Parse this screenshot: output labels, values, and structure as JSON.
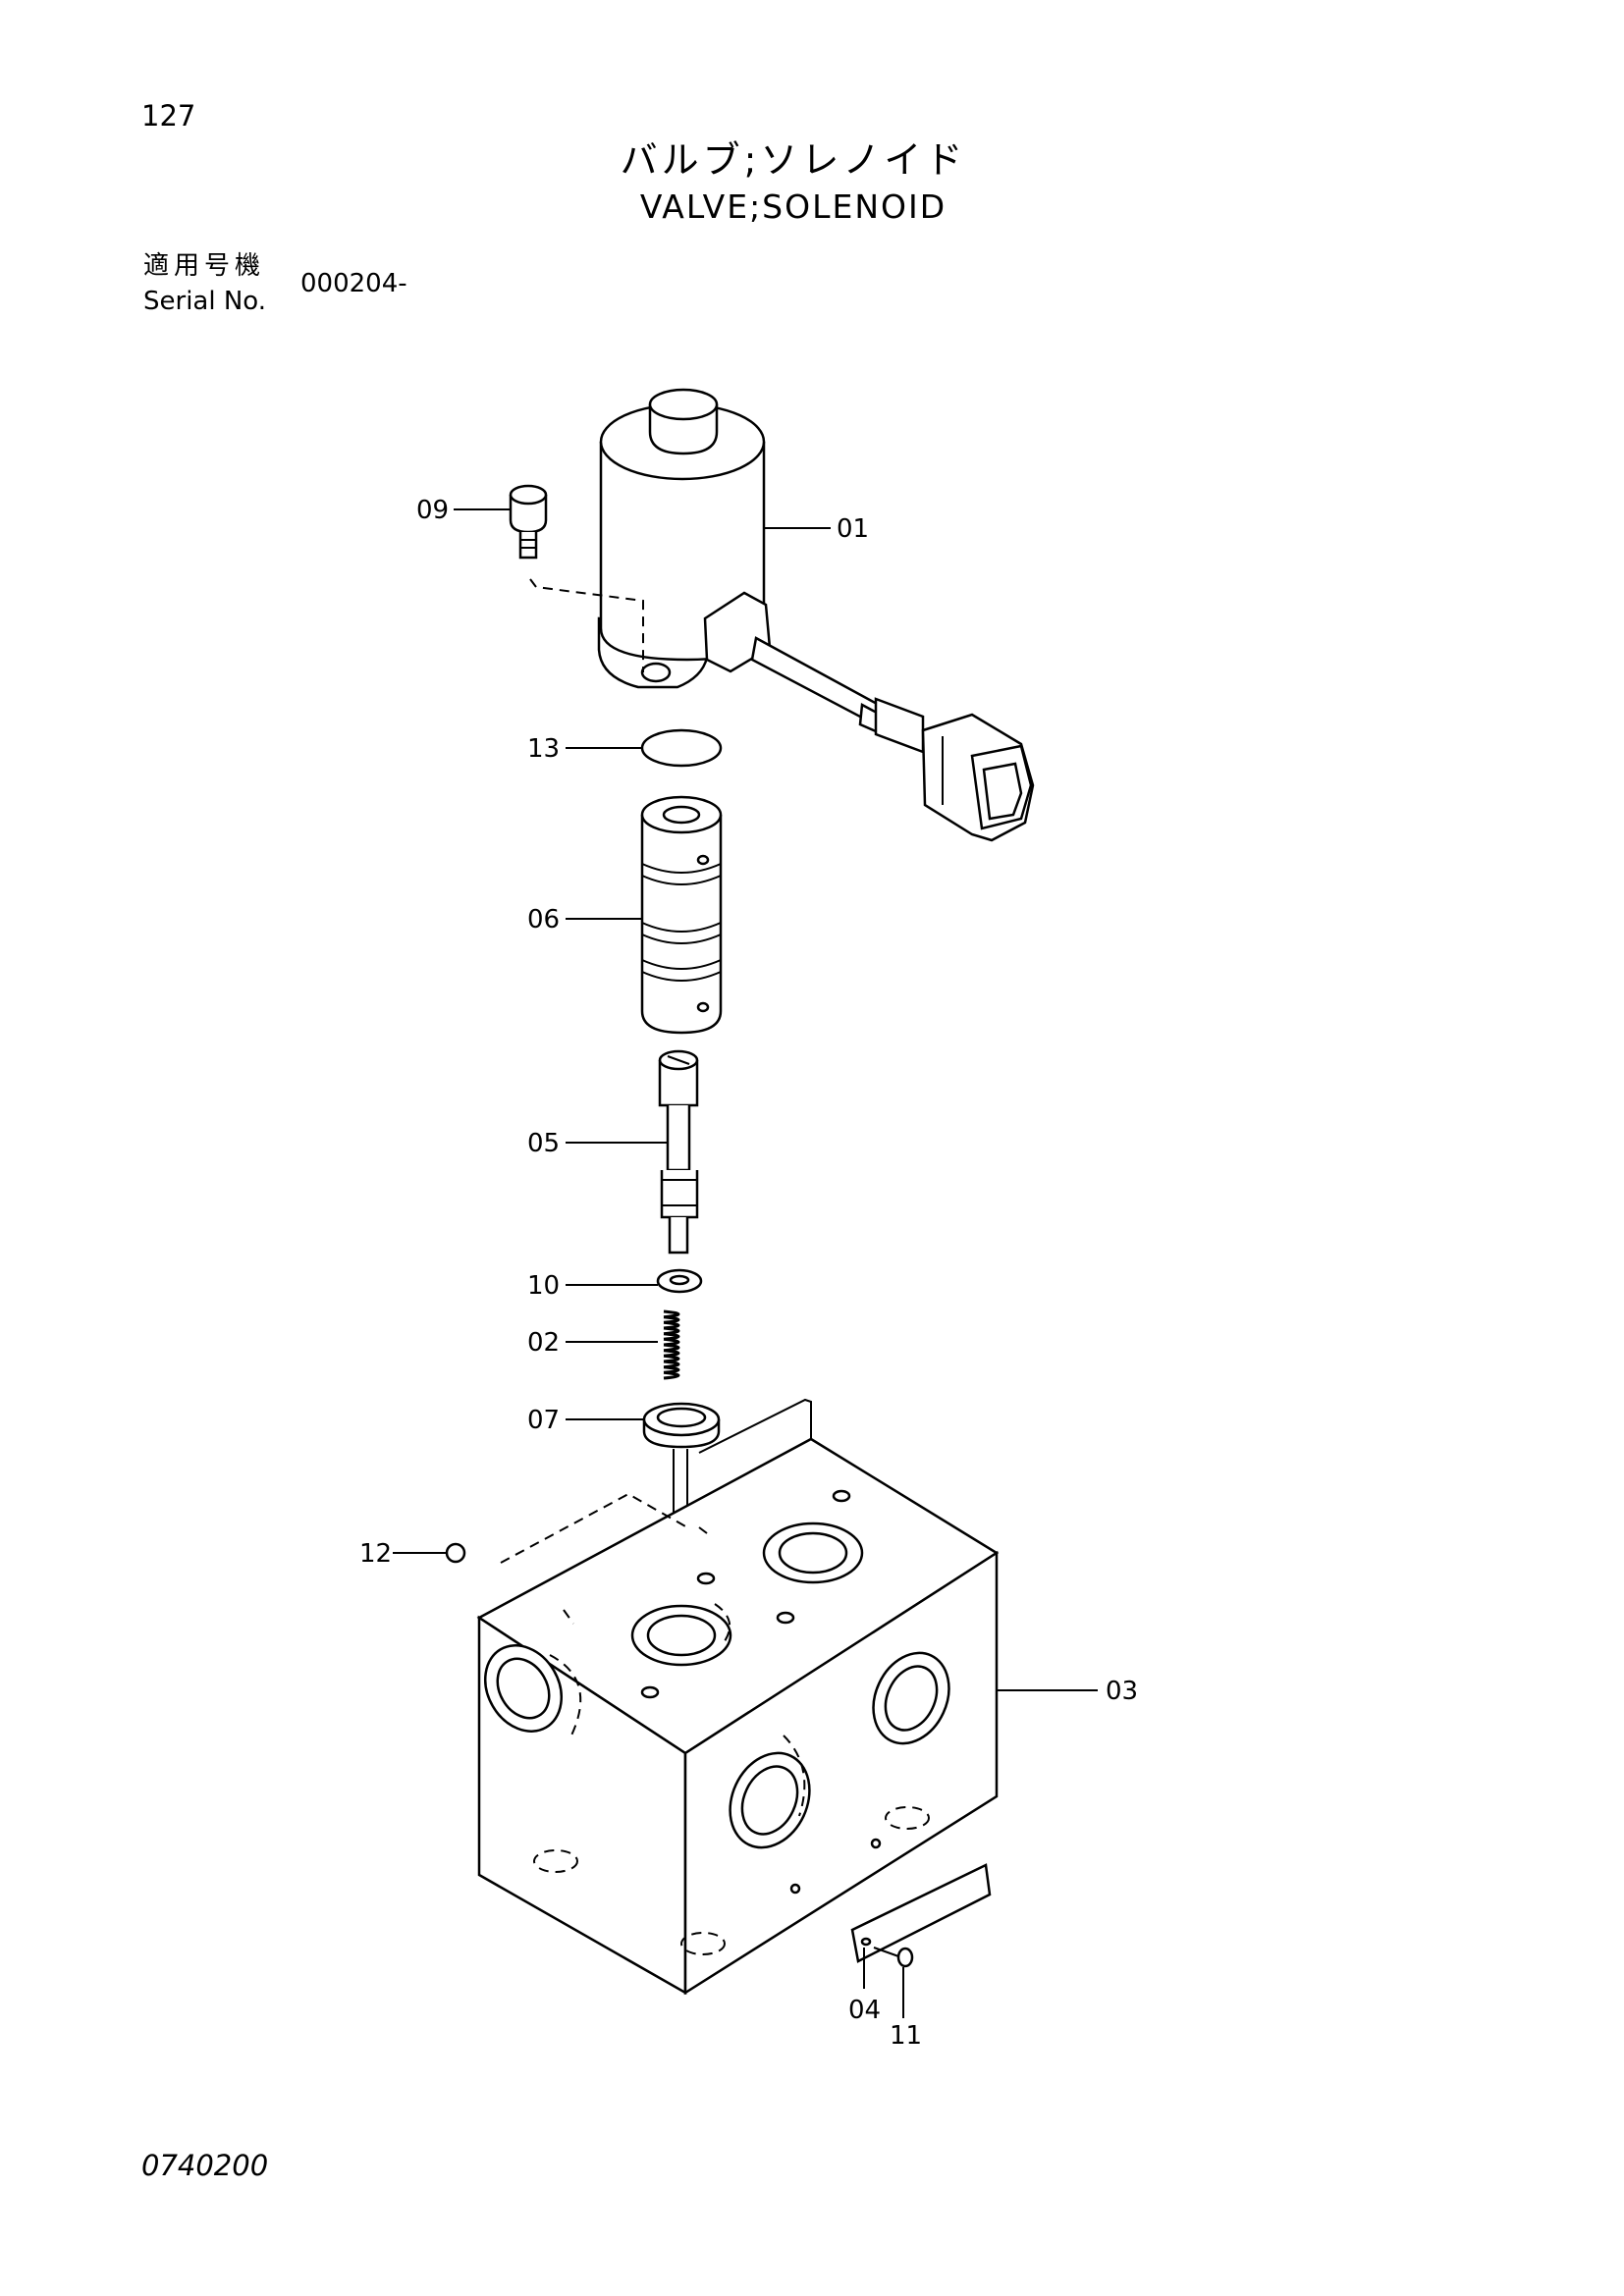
{
  "page": {
    "number": "127",
    "title_jp": "バルブ;ソレノイド",
    "title_en": "VALVE;SOLENOID",
    "serial_label_jp": "適用号機",
    "serial_label_en": "Serial No.",
    "serial_value": "000204-",
    "drawing_code": "0740200"
  },
  "callouts": {
    "c01": "01",
    "c02": "02",
    "c03": "03",
    "c04": "04",
    "c05": "05",
    "c06": "06",
    "c07": "07",
    "c09": "09",
    "c10": "10",
    "c11": "11",
    "c12": "12",
    "c13": "13"
  }
}
